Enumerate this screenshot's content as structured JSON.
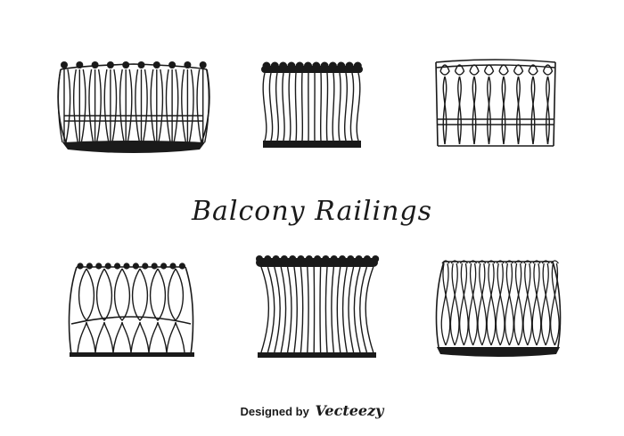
{
  "title": "Balcony Railings",
  "credit": {
    "prefix": "Designed by",
    "brand": "Vecteezy"
  },
  "colors": {
    "ink": "#1a1a1a",
    "background": "#ffffff"
  }
}
